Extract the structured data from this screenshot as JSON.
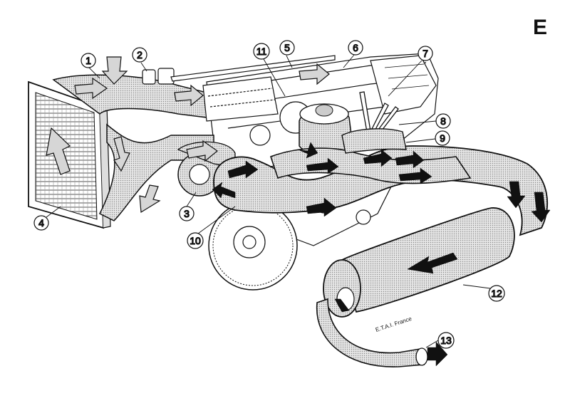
{
  "section_letter": "E",
  "credit": "E.T.A.I. France",
  "callouts": [
    "1",
    "2",
    "3",
    "4",
    "5",
    "6",
    "7",
    "8",
    "9",
    "10",
    "11",
    "12",
    "13"
  ],
  "colors": {
    "ink": "#111111",
    "pipe_fill": "#bdbdbd",
    "arrow_fill": "#111111",
    "flow_arrow_fill": "#d6d6d6",
    "background": "#ffffff"
  },
  "icons": [
    "flow-arrow-icon",
    "exhaust-arrow-icon",
    "intake-arrow-icon"
  ]
}
